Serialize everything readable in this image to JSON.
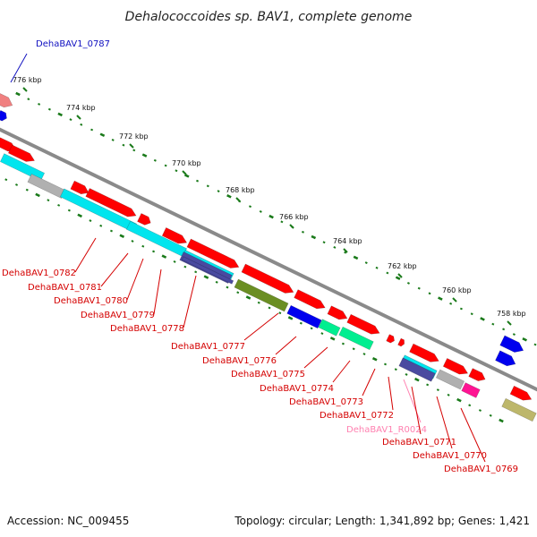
{
  "title": "Dehalococcoides sp. BAV1, complete genome",
  "footer": {
    "accession": "Accession: NC_009455",
    "topology": "Topology: circular; Length: 1,341,892 bp; Genes: 1,421"
  },
  "colors": {
    "backbone": "#8a8a8a",
    "forward_gene": "#ff0000",
    "tick": "#1a7a1a",
    "label_default": "#d40000",
    "label_highlight": "#1010c0",
    "label_rna": "#ff80b0",
    "cyan": "#00e5ee",
    "blue": "#0000ee",
    "olive": "#6b8e23",
    "green": "#00ee90",
    "gray": "#b0b0b0",
    "navy": "#4a4aa0",
    "khaki": "#bdb76b",
    "pink": "#ff1493",
    "salmon": "#f08080"
  },
  "kbp_marks": [
    "776 kbp",
    "774 kbp",
    "772 kbp",
    "770 kbp",
    "768 kbp",
    "766 kbp",
    "764 kbp",
    "762 kbp",
    "760 kbp",
    "758 kbp"
  ],
  "gene_labels": [
    {
      "text": "DehaBAV1_0787",
      "color": "label_highlight"
    },
    {
      "text": "DehaBAV1_0782",
      "color": "label_default"
    },
    {
      "text": "DehaBAV1_0781",
      "color": "label_default"
    },
    {
      "text": "DehaBAV1_0780",
      "color": "label_default"
    },
    {
      "text": "DehaBAV1_0779",
      "color": "label_default"
    },
    {
      "text": "DehaBAV1_0778",
      "color": "label_default"
    },
    {
      "text": "DehaBAV1_0777",
      "color": "label_default"
    },
    {
      "text": "DehaBAV1_0776",
      "color": "label_default"
    },
    {
      "text": "DehaBAV1_0775",
      "color": "label_default"
    },
    {
      "text": "DehaBAV1_0774",
      "color": "label_default"
    },
    {
      "text": "DehaBAV1_0773",
      "color": "label_default"
    },
    {
      "text": "DehaBAV1_0772",
      "color": "label_default"
    },
    {
      "text": "DehaBAV1_R0024",
      "color": "label_rna"
    },
    {
      "text": "DehaBAV1_0771",
      "color": "label_default"
    },
    {
      "text": "DehaBAV1_0770",
      "color": "label_default"
    },
    {
      "text": "DehaBAV1_0769",
      "color": "label_default"
    }
  ]
}
